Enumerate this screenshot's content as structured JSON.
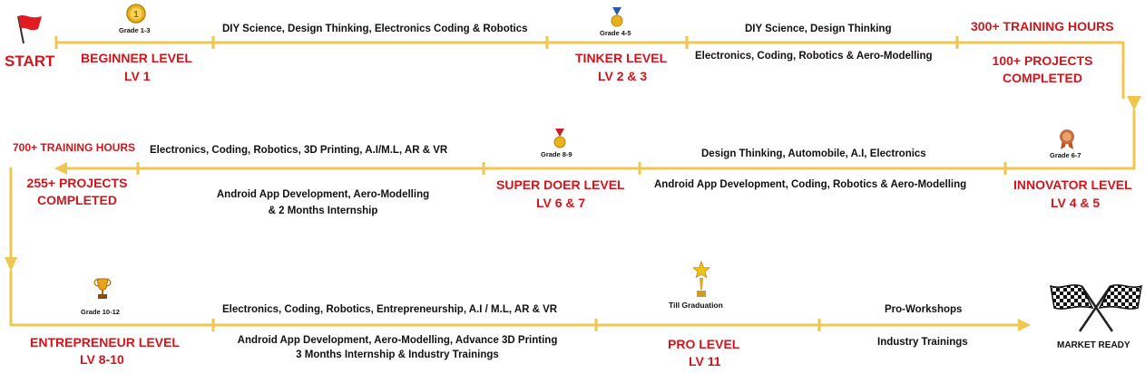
{
  "colors": {
    "track": "#efc64f",
    "accent_red": "#d0161d",
    "text": "#111111"
  },
  "start_label": "START",
  "finish_label": "MARKET READY",
  "row1": {
    "beginner": {
      "grade": "Grade 1-3",
      "name": "BEGINNER LEVEL",
      "lv": "LV 1"
    },
    "topics_1": "DIY Science, Design Thinking, Electronics Coding & Robotics",
    "tinker": {
      "grade": "Grade 4-5",
      "name": "TINKER LEVEL",
      "lv": "LV 2 & 3"
    },
    "topics_2a": "DIY Science, Design Thinking",
    "topics_2b": "Electronics, Coding, Robotics & Aero-Modelling",
    "stat_hours": "300+ TRAINING HOURS",
    "stat_projects_1": "100+ PROJECTS",
    "stat_projects_2": "COMPLETED"
  },
  "row2": {
    "stat_hours": "700+ TRAINING HOURS",
    "stat_projects_1": "255+ PROJECTS",
    "stat_projects_2": "COMPLETED",
    "topics_1a": "Electronics, Coding, Robotics, 3D Printing, A.I/M.L, AR & VR",
    "topics_1b_1": "Android App Development, Aero-Modelling",
    "topics_1b_2": "& 2 Months Internship",
    "super_doer": {
      "grade": "Grade 8-9",
      "name": "SUPER DOER LEVEL",
      "lv": "LV 6 & 7"
    },
    "topics_2a": "Design Thinking, Automobile, A.I, Electronics",
    "topics_2b": "Android App Development, Coding, Robotics & Aero-Modelling",
    "innovator": {
      "grade": "Grade 6-7",
      "name": "INNOVATOR LEVEL",
      "lv": "LV 4 & 5"
    }
  },
  "row3": {
    "entrepreneur": {
      "grade": "Grade 10-12",
      "name": "ENTREPRENEUR LEVEL",
      "lv": "LV 8-10"
    },
    "topics_1a": "Electronics, Coding, Robotics, Entrepreneurship, A.I / M.L, AR & VR",
    "topics_1b_1": "Android App Development, Aero-Modelling, Advance 3D Printing",
    "topics_1b_2": "3 Months Internship & Industry Trainings",
    "pro": {
      "grade": "Till Graduation",
      "name": "PRO LEVEL",
      "lv": "LV 11"
    },
    "topics_2a": "Pro-Workshops",
    "topics_2b": "Industry Trainings"
  },
  "icons": [
    "start-flag-icon",
    "gold-medal-icon",
    "blue-ribbon-medal-icon",
    "rosette-medal-icon",
    "red-ribbon-medal-icon",
    "trophy-icon",
    "star-trophy-icon",
    "checkered-flags-icon"
  ]
}
